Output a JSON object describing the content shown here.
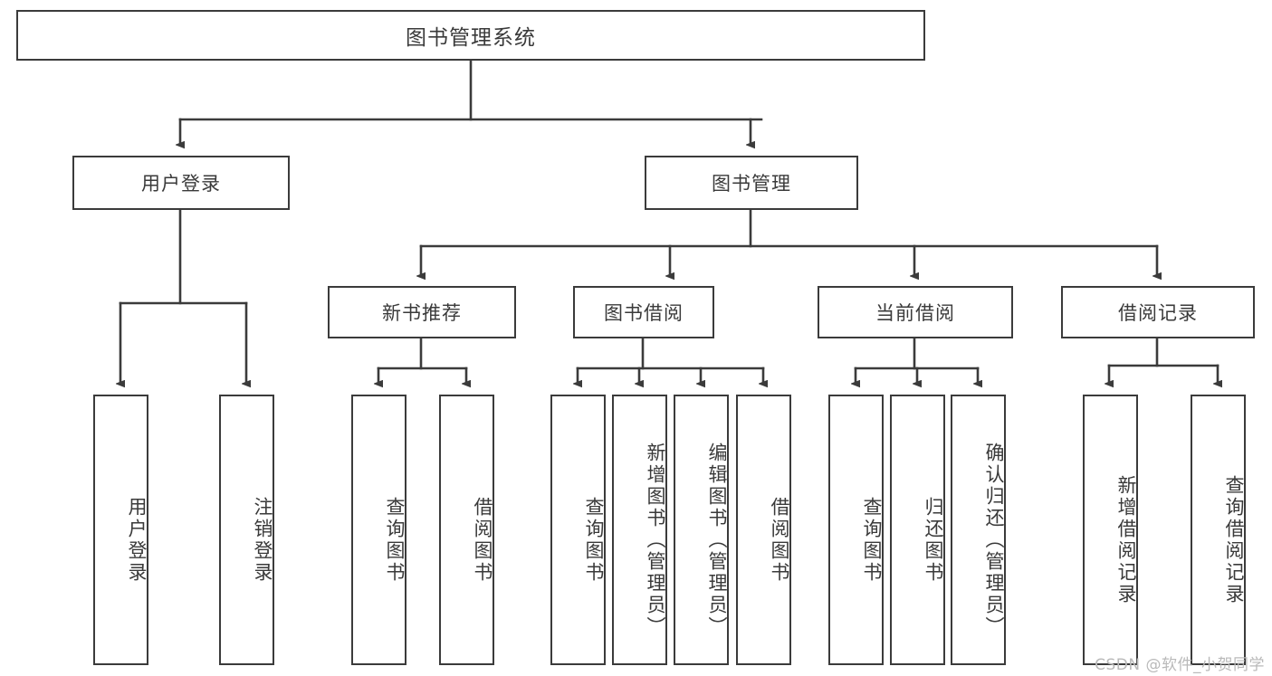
{
  "diagram": {
    "title": "图书管理系统",
    "type": "tree-hierarchy-chart",
    "line_color": "#3b3b3b",
    "text_color": "#3a3a3a",
    "background": "#ffffff"
  },
  "root": {
    "label": "图书管理系统"
  },
  "level2": [
    {
      "id": "user-login",
      "label": "用户登录"
    },
    {
      "id": "book-manage",
      "label": "图书管理"
    }
  ],
  "level3": [
    {
      "id": "new-book-recommend",
      "label": "新书推荐"
    },
    {
      "id": "book-borrow",
      "label": "图书借阅"
    },
    {
      "id": "current-borrow",
      "label": "当前借阅"
    },
    {
      "id": "borrow-record",
      "label": "借阅记录"
    }
  ],
  "leaves": {
    "user_login": [
      {
        "id": "leaf-user-login",
        "label": "用户登录"
      },
      {
        "id": "leaf-logout-login",
        "label": "注销登录"
      }
    ],
    "new_book_recommend": [
      {
        "id": "leaf-query-book-1",
        "label": "查询图书"
      },
      {
        "id": "leaf-borrow-book-1",
        "label": "借阅图书"
      }
    ],
    "book_borrow": [
      {
        "id": "leaf-query-book-2",
        "label": "查询图书"
      },
      {
        "id": "leaf-add-book",
        "label": "新增图书（管理员）"
      },
      {
        "id": "leaf-edit-book",
        "label": "编辑图书（管理员）"
      },
      {
        "id": "leaf-borrow-book-2",
        "label": "借阅图书"
      }
    ],
    "current_borrow": [
      {
        "id": "leaf-query-book-3",
        "label": "查询图书"
      },
      {
        "id": "leaf-return-book",
        "label": "归还图书"
      },
      {
        "id": "leaf-confirm-return",
        "label": "确认归还（管理员）"
      }
    ],
    "borrow_record": [
      {
        "id": "leaf-add-record",
        "label": "新增借阅记录"
      },
      {
        "id": "leaf-query-record",
        "label": "查询借阅记录"
      }
    ]
  },
  "watermark": {
    "text": "CSDN @软件_小贺同学"
  }
}
